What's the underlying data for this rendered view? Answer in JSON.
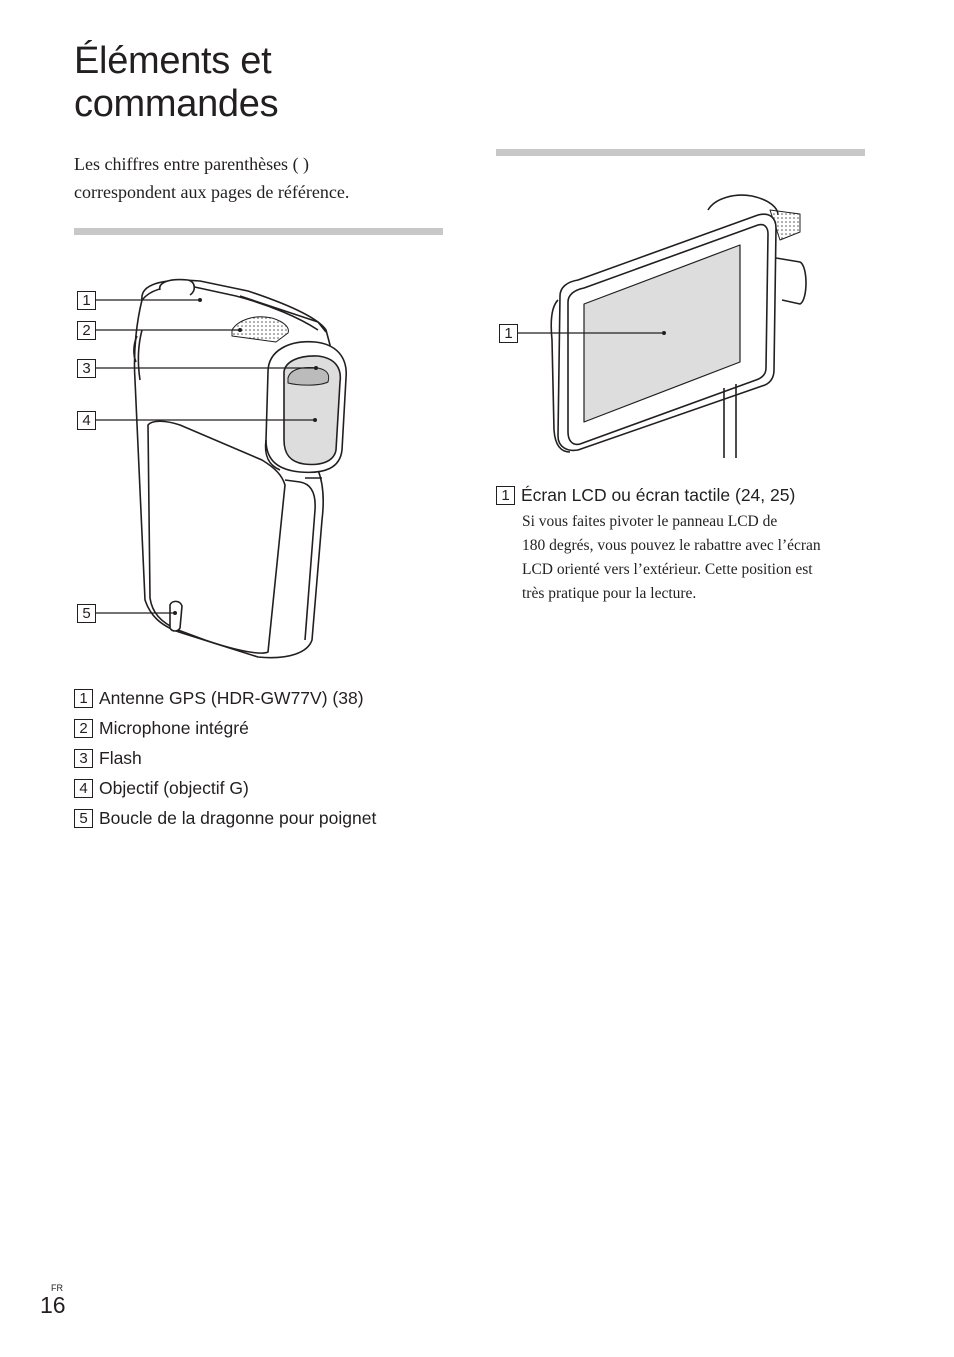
{
  "page": {
    "title_line1": "Éléments et",
    "title_line2": "commandes",
    "intro_line1": "Les chiffres entre parenthèses ( )",
    "intro_line2": "correspondent aux pages de référence."
  },
  "left_callouts": [
    "1",
    "2",
    "3",
    "4",
    "5"
  ],
  "left_legend": [
    {
      "num": "1",
      "label": "Antenne GPS (HDR-GW77V) (38)"
    },
    {
      "num": "2",
      "label": "Microphone intégré"
    },
    {
      "num": "3",
      "label": "Flash"
    },
    {
      "num": "4",
      "label": "Objectif (objectif G)"
    },
    {
      "num": "5",
      "label": "Boucle de la dragonne pour poignet"
    }
  ],
  "right_callouts": [
    "1"
  ],
  "right_legend": {
    "num": "1",
    "label": "Écran LCD ou écran tactile (24, 25)",
    "desc_line1": "Si vous faites pivoter le panneau LCD de",
    "desc_line2": "180 degrés, vous pouvez le rabattre avec l’écran",
    "desc_line3": "LCD orienté vers l’extérieur. Cette position est",
    "desc_line4": "très pratique pour la lecture."
  },
  "footer": {
    "lang": "FR",
    "page_number": "16"
  }
}
